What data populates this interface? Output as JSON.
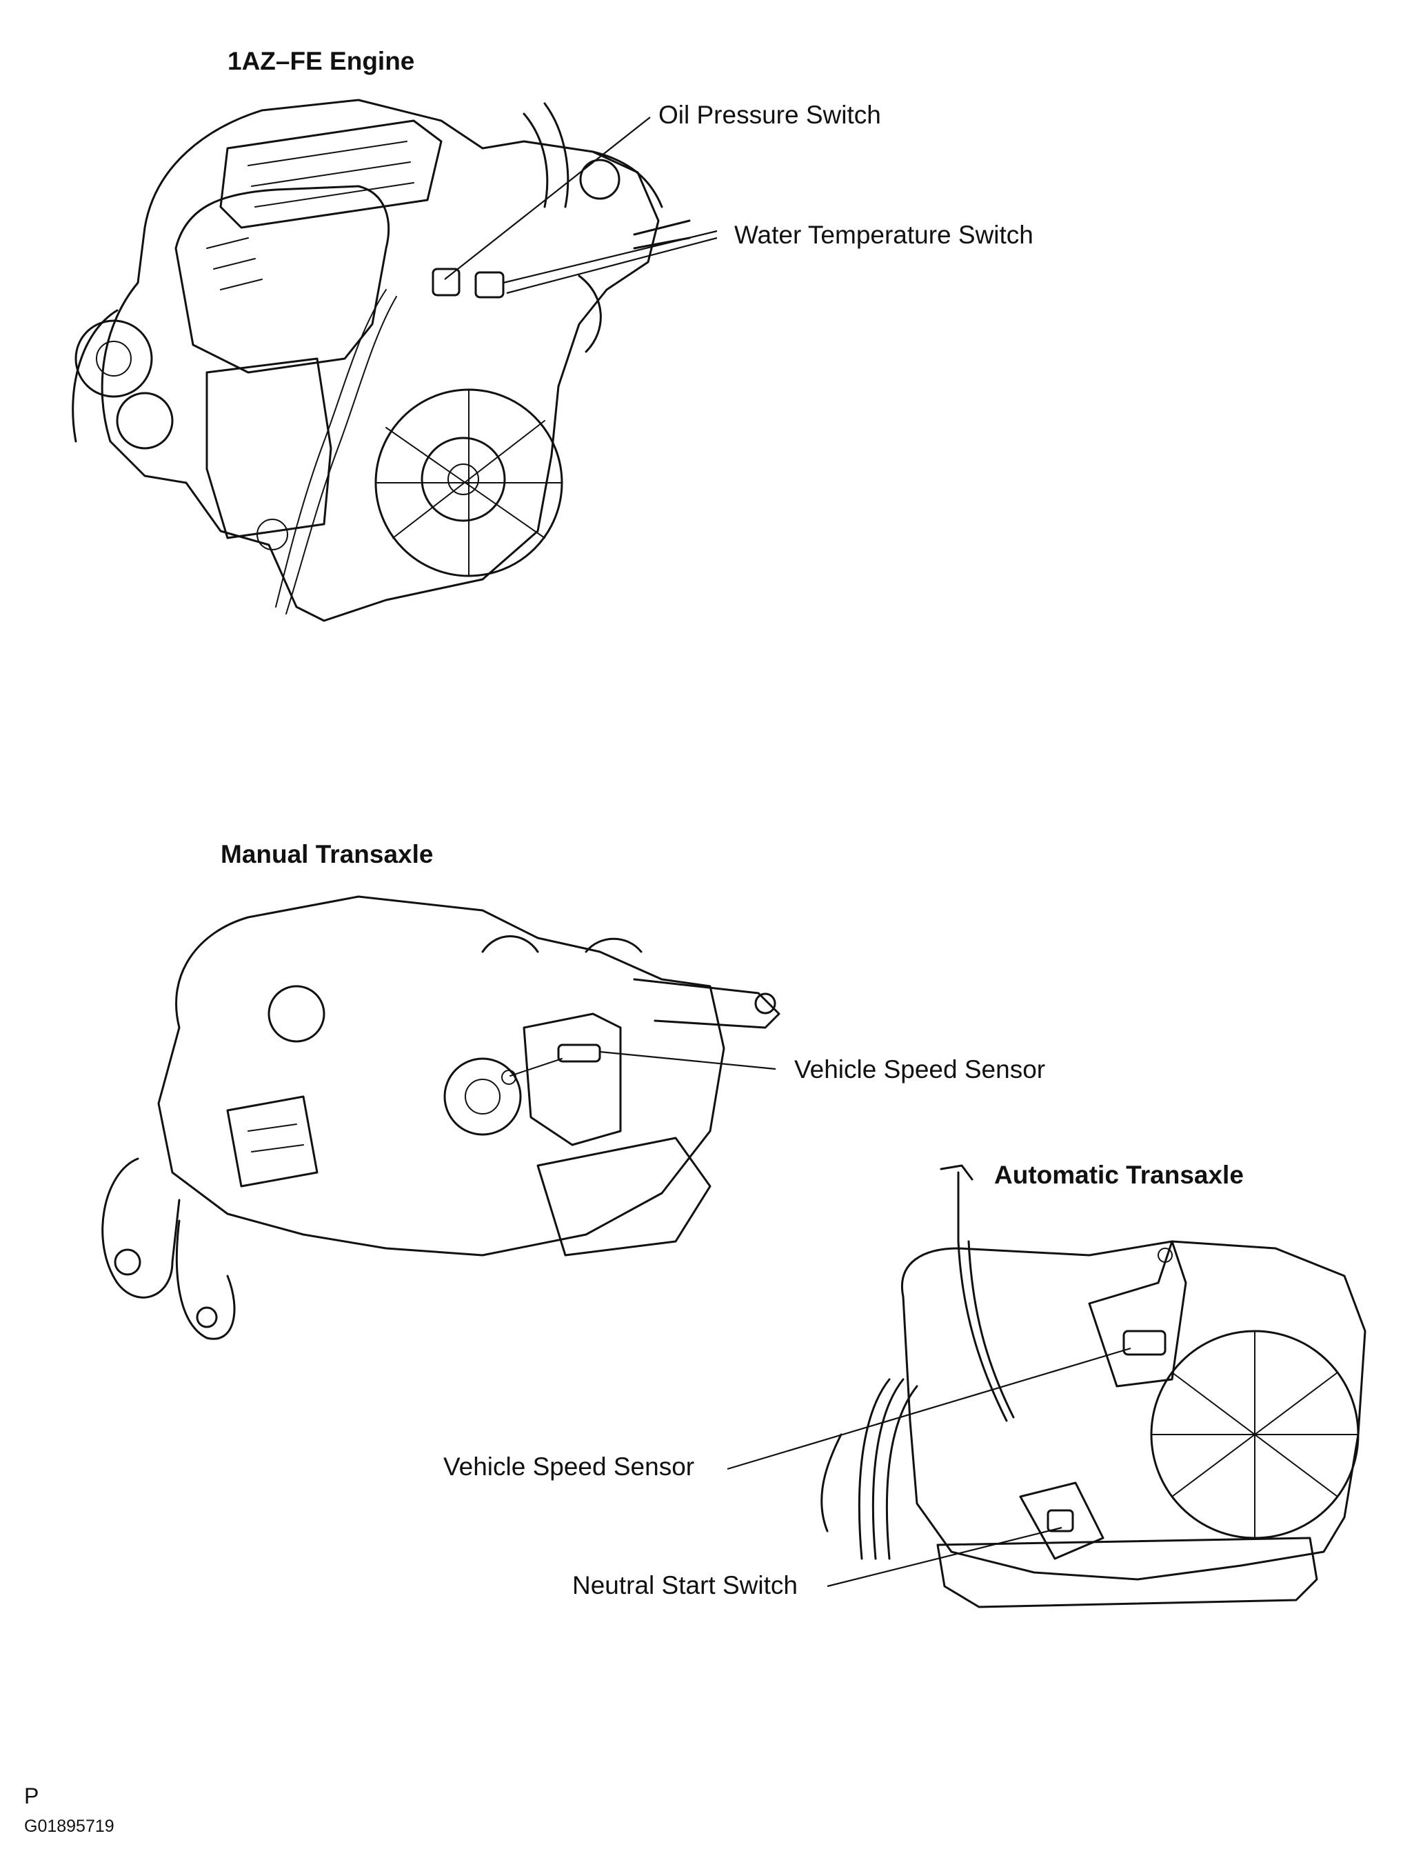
{
  "diagram": {
    "sections": [
      {
        "title": "1AZ–FE Engine",
        "callouts": [
          "Oil Pressure Switch",
          "Water Temperature Switch"
        ]
      },
      {
        "title": "Manual Transaxle",
        "callouts": [
          "Vehicle Speed Sensor"
        ]
      },
      {
        "title": "Automatic Transaxle",
        "callouts": [
          "Vehicle Speed Sensor",
          "Neutral Start Switch"
        ]
      }
    ]
  },
  "footer": {
    "letter": "P",
    "code": "G01895719"
  }
}
